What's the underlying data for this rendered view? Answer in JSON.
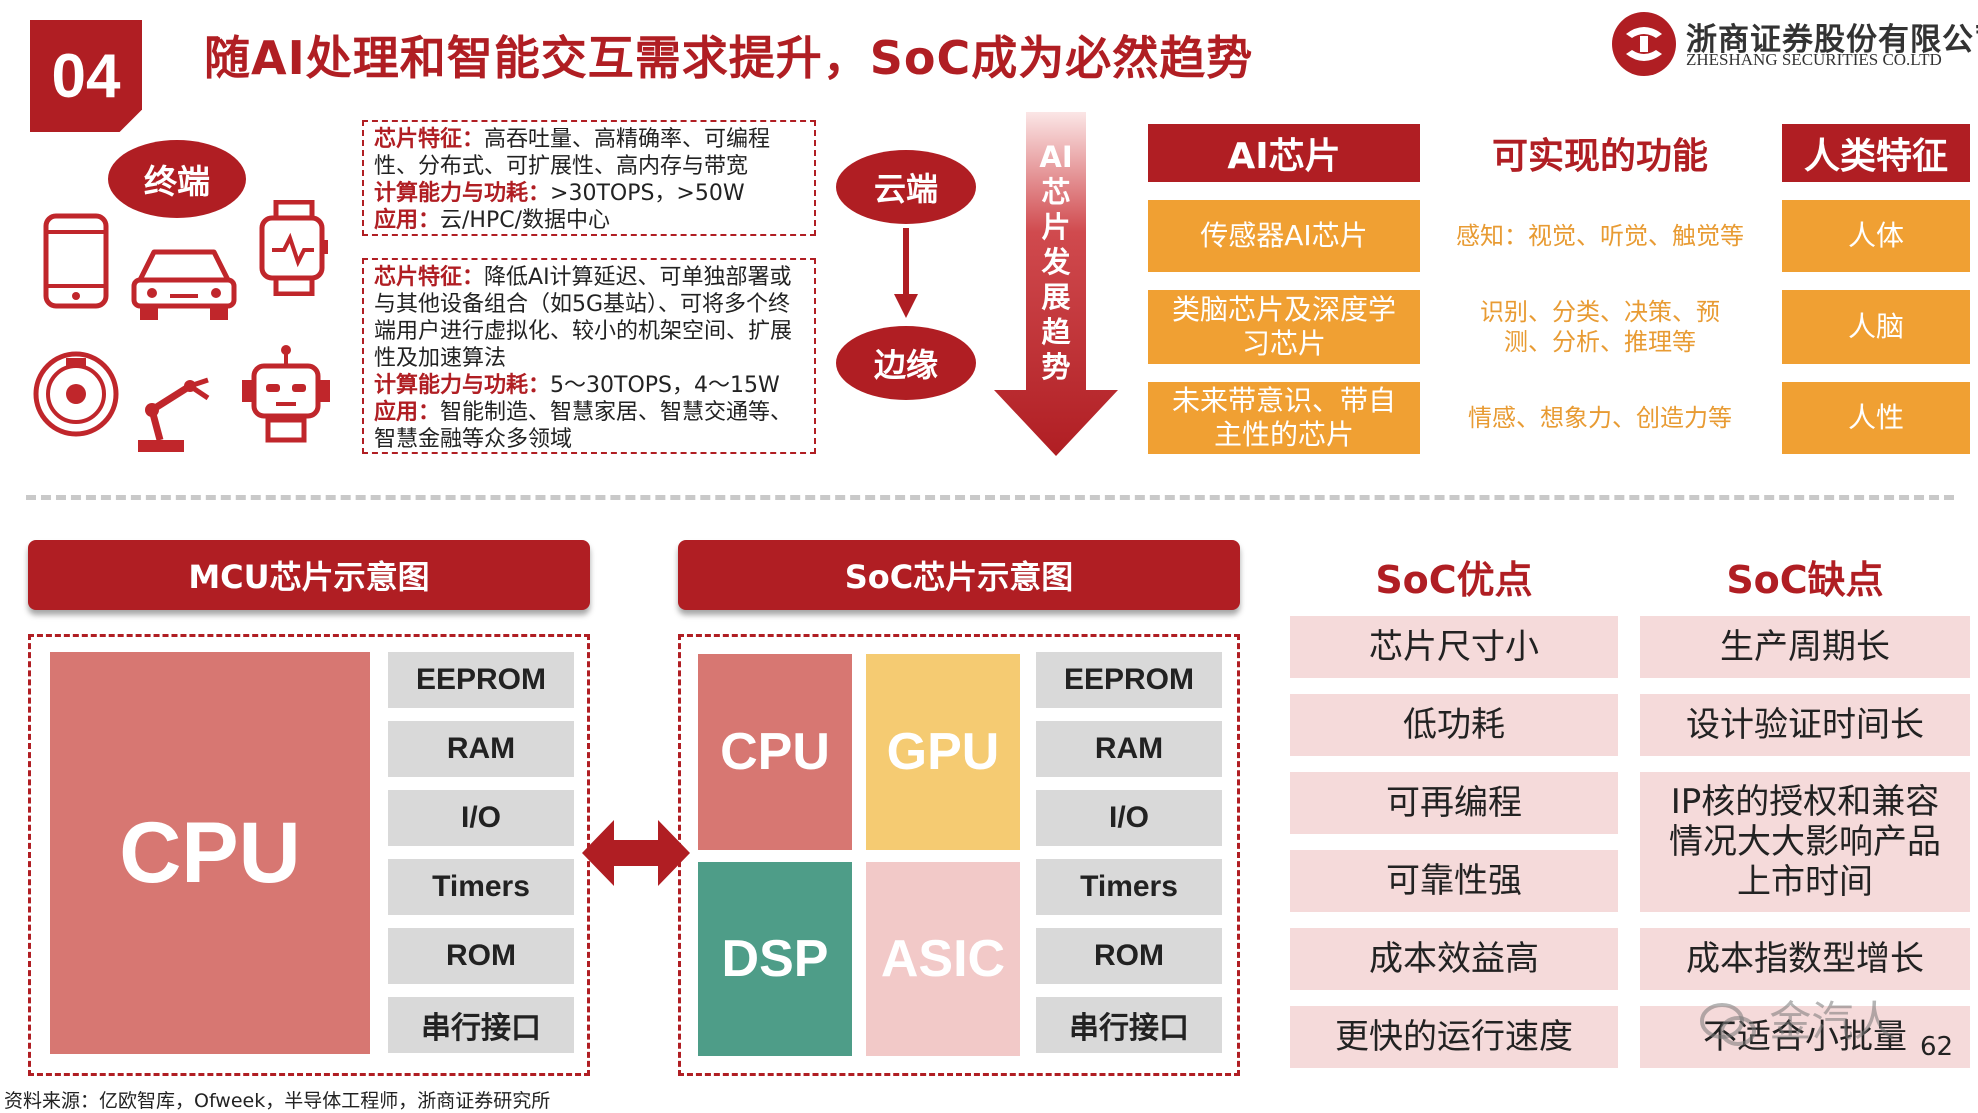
{
  "header": {
    "badge": "04",
    "title": "随AI处理和智能交互需求提升，SoC成为必然趋势",
    "logo_cn": "浙商证券股份有限公司",
    "logo_en": "ZHESHANG SECURITIES CO.LTD"
  },
  "terminal": {
    "label": "终端",
    "icons": [
      "tablet-icon",
      "car-icon",
      "smartwatch-icon",
      "robot-vacuum-icon",
      "robotic-arm-icon",
      "robot-icon"
    ]
  },
  "cloud": {
    "label": "云端",
    "lines": [
      {
        "label": "芯片特征：",
        "text": "高吞吐量、高精确率、可编程性、分布式、可扩展性、高内存与带宽"
      },
      {
        "label": "计算能力与功耗：",
        "text": ">30TOPS，>50W"
      },
      {
        "label": "应用：",
        "text": "云/HPC/数据中心"
      }
    ]
  },
  "edge": {
    "label": "边缘",
    "lines": [
      {
        "label": "芯片特征：",
        "text": "降低AI计算延迟、可单独部署或与其他设备组合（如5G基站）、可将多个终端用户进行虚拟化、较小的机架空间、扩展性及加速算法"
      },
      {
        "label": "计算能力与功耗：",
        "text": "5～30TOPS，4～15W"
      },
      {
        "label": "应用：",
        "text": "智能制造、智慧家居、智慧交通等、智慧金融等众多领域"
      }
    ]
  },
  "trend": {
    "text": "AI芯片发展趋势"
  },
  "ai_table": {
    "headers": [
      "AI芯片",
      "可实现的功能",
      "人类特征"
    ],
    "rows": [
      {
        "chip": "传感器AI芯片",
        "function": "感知：视觉、听觉、触觉等",
        "human": "人体"
      },
      {
        "chip": "类脑芯片及深度学习芯片",
        "function": "识别、分类、决策、预测、分析、推理等",
        "human": "人脑"
      },
      {
        "chip": "未来带意识、带自主性的芯片",
        "function": "情感、想象力、创造力等",
        "human": "人性"
      }
    ]
  },
  "mcu": {
    "title": "MCU芯片示意图",
    "cpu": "CPU",
    "modules": [
      "EEPROM",
      "RAM",
      "I/O",
      "Timers",
      "ROM",
      "串行接口"
    ]
  },
  "soc": {
    "title": "SoC芯片示意图",
    "cores": [
      "CPU",
      "GPU",
      "DSP",
      "ASIC"
    ],
    "modules": [
      "EEPROM",
      "RAM",
      "I/O",
      "Timers",
      "ROM",
      "串行接口"
    ]
  },
  "pros": {
    "title": "SoC优点",
    "items": [
      "芯片尺寸小",
      "低功耗",
      "可再编程",
      "可靠性强",
      "成本效益高",
      "更快的运行速度"
    ]
  },
  "cons": {
    "title": "SoC缺点",
    "items": [
      "生产周期长",
      "设计验证时间长",
      "IP核的授权和兼容情况大大影响产品上市时间",
      "成本指数型增长",
      "不适合小批量"
    ]
  },
  "footer": {
    "source": "资料来源：亿欧智库，Ofweek，半导体工程师，浙商证券研究所",
    "page": "62",
    "watermark": "金汽人"
  },
  "colors": {
    "brand_red": "#b01e23",
    "orange": "#f0a033",
    "cpu_red": "#d77772",
    "gpu_yellow": "#f5cb72",
    "dsp_teal": "#4e9d88",
    "asic_pink": "#f2c9c8",
    "module_gray": "#d9d9d9",
    "pink_cell": "#f5dada"
  }
}
